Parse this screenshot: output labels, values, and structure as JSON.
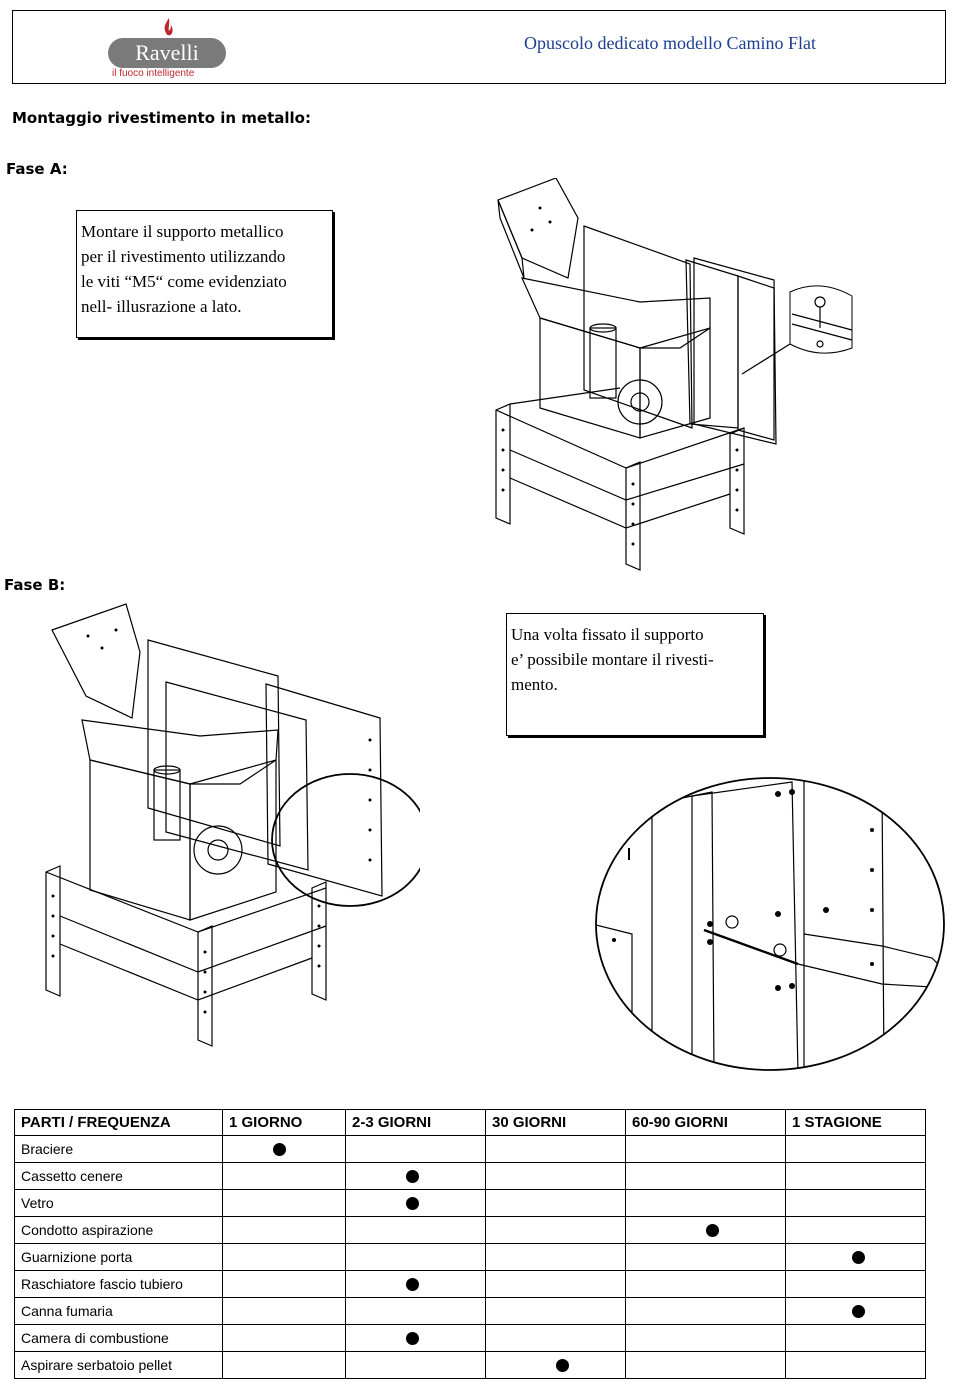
{
  "header": {
    "logo_text": "Ravelli",
    "logo_tagline": "il fuoco intelligente",
    "title": "Opuscolo dedicato modello Camino Flat"
  },
  "section_title": "Montaggio rivestimento in metallo:",
  "phase_a": {
    "label": "Fase A:",
    "note_lines": [
      "Montare il supporto metallico",
      "per il rivestimento utilizzando",
      "le viti “M5“ come evidenziato",
      "nell- illusrazione a lato."
    ]
  },
  "phase_b": {
    "label": "Fase B:",
    "note_lines": [
      "Una volta fissato il supporto",
      "e’ possibile montare il rivesti-",
      "mento."
    ]
  },
  "maintenance_table": {
    "headers": [
      "PARTI / FREQUENZA",
      "1 GIORNO",
      "2-3 GIORNI",
      "30 GIORNI",
      "60-90 GIORNI",
      "1 STAGIONE"
    ],
    "rows": [
      {
        "part": "Braciere",
        "frequency_column": 1
      },
      {
        "part": "Cassetto cenere",
        "frequency_column": 2
      },
      {
        "part": "Vetro",
        "frequency_column": 2
      },
      {
        "part": "Condotto aspirazione",
        "frequency_column": 4
      },
      {
        "part": "Guarnizione porta",
        "frequency_column": 5
      },
      {
        "part": "Raschiatore fascio tubiero",
        "frequency_column": 2
      },
      {
        "part": "Canna fumaria",
        "frequency_column": 5
      },
      {
        "part": "Camera di combustione",
        "frequency_column": 2
      },
      {
        "part": "Aspirare serbatoio pellet",
        "frequency_column": 3
      }
    ]
  }
}
